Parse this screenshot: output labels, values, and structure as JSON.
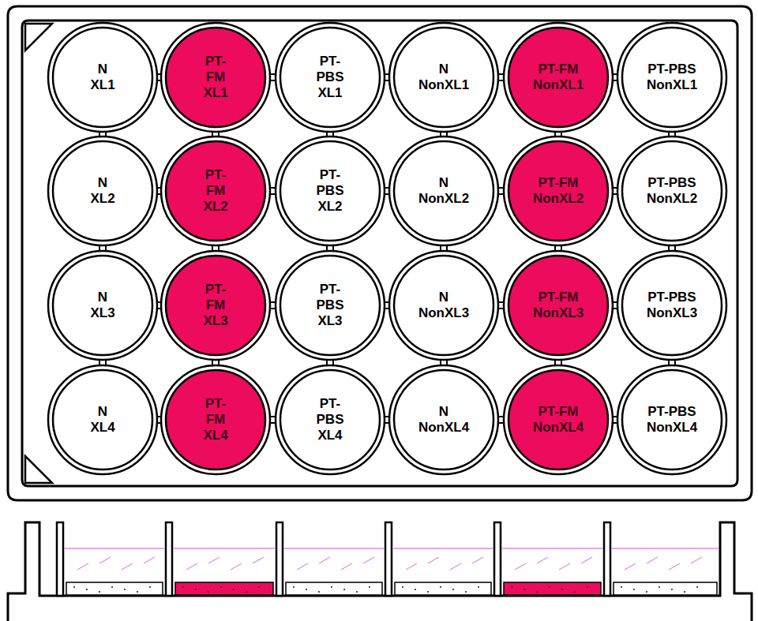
{
  "diagram": {
    "nodes": [
      {
        "text": [
          "N XL1"
        ]
      },
      {
        "text": [
          "PT-FM XL1"
        ]
      },
      {
        "text": [
          "PT-PBS XL1"
        ]
      },
      {
        "text": [
          "N NonXL1"
        ]
      },
      {
        "text": [
          "PT-FM NonXL1"
        ]
      },
      {
        "text": [
          "PT-PBS NonXL1"
        ]
      },
      {
        "text": [
          "N XL2"
        ]
      },
      {
        "text": [
          "PT-FM XL2"
        ]
      },
      {
        "text": [
          "PT-PBS XL2"
        ]
      },
      {
        "text": [
          "N NonXL2"
        ]
      },
      {
        "text": [
          "PT-FM NonXL2"
        ]
      },
      {
        "text": [
          "PT-PBS NonXL2"
        ]
      },
      {
        "text": [
          "N XL3"
        ]
      },
      {
        "text": [
          "PT-FM XL3"
        ]
      },
      {
        "text": [
          "PT-PBS XL3"
        ]
      },
      {
        "text": [
          "N NonXL3"
        ]
      },
      {
        "text": [
          "PT-FM NonXL3"
        ]
      },
      {
        "text": [
          "PT-PBS NonXL3"
        ]
      },
      {
        "text": [
          "N XL4"
        ]
      },
      {
        "text": [
          "PT-FM XL4"
        ]
      },
      {
        "text": [
          "PT-PBS XL4"
        ]
      },
      {
        "text": [
          "N NonXL4"
        ]
      },
      {
        "text": [
          "PT-FM NonXL4"
        ]
      },
      {
        "text": [
          "PT-PBS NonXL4"
        ]
      }
    ]
  }
}
